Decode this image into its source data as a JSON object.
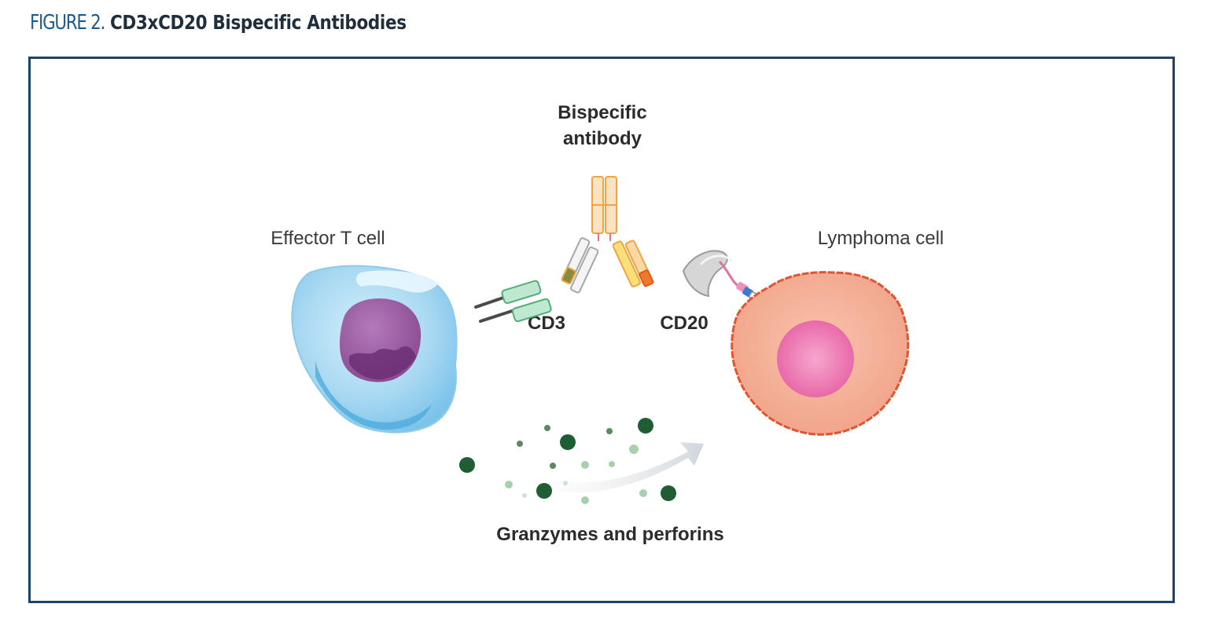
{
  "header": {
    "figure_label": "FIGURE 2.",
    "title": "CD3xCD20 Bispecific Antibodies"
  },
  "diagram": {
    "antibody_label_line1": "Bispecific",
    "antibody_label_line2": "antibody",
    "t_cell_label": "Effector T cell",
    "lymphoma_label": "Lymphoma cell",
    "cd3_label": "CD3",
    "cd20_label": "CD20",
    "granzymes_label": "Granzymes and perforins"
  },
  "colors": {
    "figure_label": "#1d5a8f",
    "frame_border": "#1d4466",
    "t_cell_body": "#a9d9f2",
    "t_cell_nucleus": "#9a5aa0",
    "lymphoma_body": "#f4ad94",
    "lymphoma_border": "#e0552f",
    "lymphoma_nucleus": "#ea6fae",
    "antibody_orange": "#f0a343",
    "granzyme_dark": "#1f5e32",
    "granzyme_light": "#9ccaa3"
  }
}
